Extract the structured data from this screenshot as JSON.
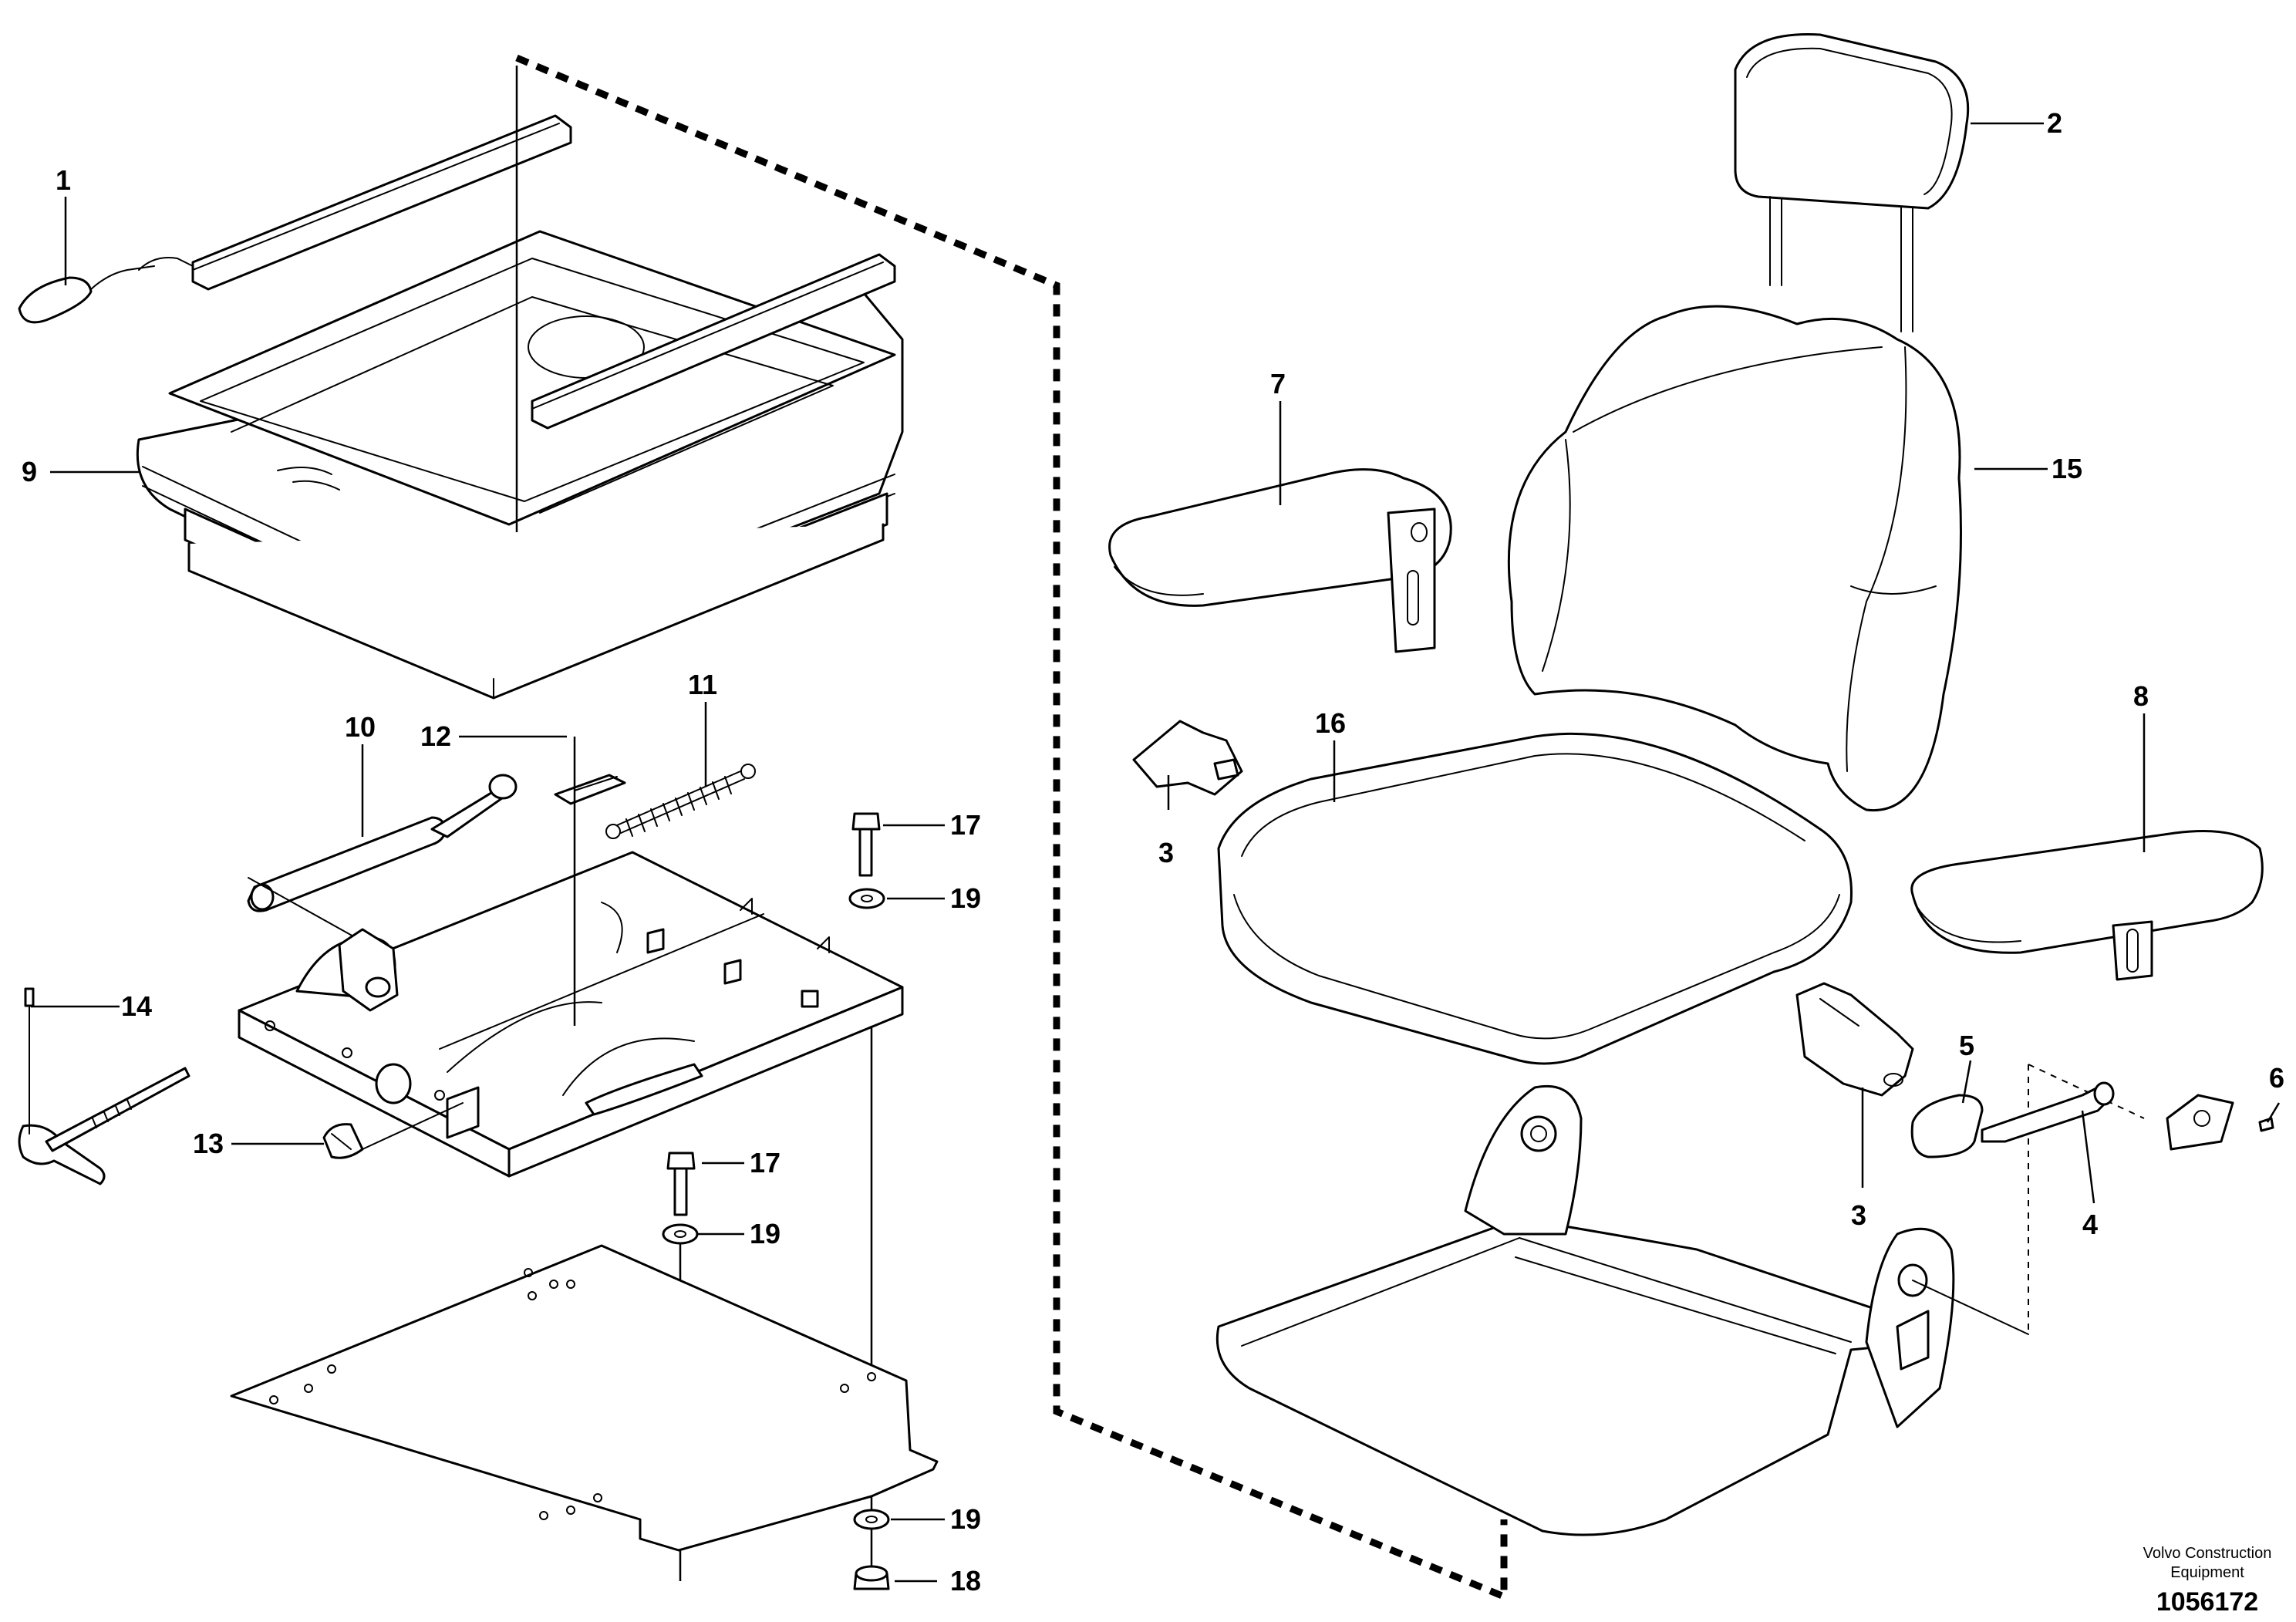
{
  "callouts": [
    "1",
    "2",
    "3",
    "3",
    "4",
    "5",
    "6",
    "7",
    "8",
    "9",
    "10",
    "11",
    "12",
    "13",
    "14",
    "15",
    "16",
    "17",
    "17",
    "18",
    "19",
    "19",
    "19"
  ],
  "footer": {
    "company_line1": "Volvo Construction",
    "company_line2": "Equipment",
    "document_number": "1056172"
  }
}
